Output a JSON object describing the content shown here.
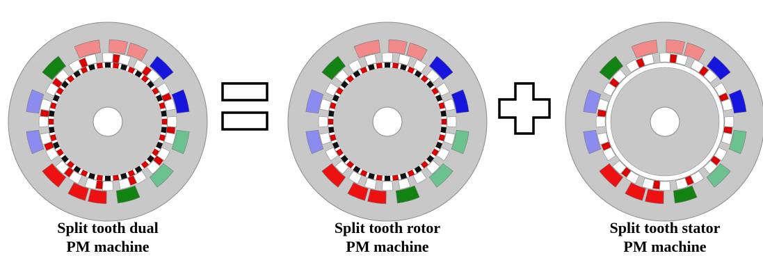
{
  "machines": [
    {
      "id": "dual",
      "caption_line1": "Split tooth dual",
      "caption_line2": "PM machine",
      "rotor_pm": true,
      "stator_pm": true
    },
    {
      "id": "rotor",
      "caption_line1": "Split tooth rotor",
      "caption_line2": "PM machine",
      "rotor_pm": true,
      "stator_pm": false
    },
    {
      "id": "stator",
      "caption_line1": "Split tooth stator",
      "caption_line2": "PM machine",
      "rotor_pm": false,
      "stator_pm": true
    }
  ],
  "operators": [
    {
      "id": "equals",
      "symbol": "equals-sign"
    },
    {
      "id": "plus",
      "symbol": "plus-sign"
    }
  ],
  "colors": {
    "core": "#c8c8c8",
    "core_stroke": "#8a8a8a",
    "bore": "#ffffff",
    "coil_red": "#ee1111",
    "coil_pink": "#f28a8a",
    "coil_blue": "#1515dd",
    "coil_light_blue": "#8c8cf0",
    "coil_green": "#128212",
    "coil_light_green": "#6cc28e",
    "magnet_red": "#e00000",
    "magnet_black": "#111111",
    "tooth_white": "#ffffff"
  }
}
